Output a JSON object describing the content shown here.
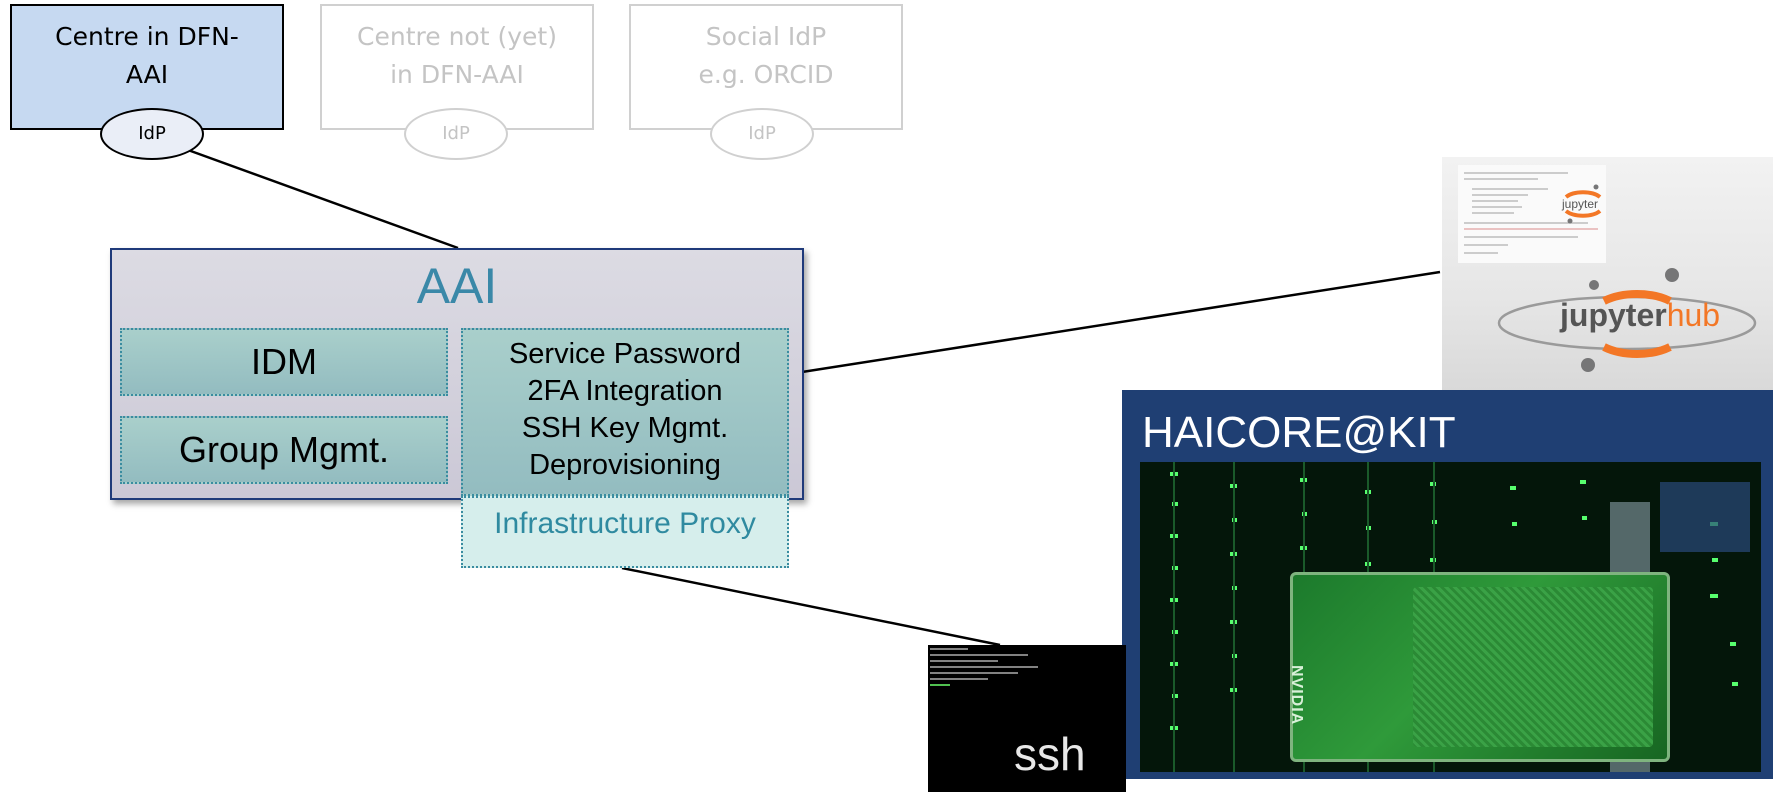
{
  "identity_providers": [
    {
      "lines": [
        "Centre in DFN-",
        "AAI"
      ],
      "idp_label": "IdP",
      "state": "active"
    },
    {
      "lines": [
        "Centre not (yet)",
        "in DFN-AAI"
      ],
      "idp_label": "IdP",
      "state": "inactive"
    },
    {
      "lines": [
        "Social IdP",
        "e.g. ORCID"
      ],
      "idp_label": "IdP",
      "state": "inactive"
    }
  ],
  "aai": {
    "title": "AAI",
    "modules": {
      "idm": "IDM",
      "group": "Group Mgmt.",
      "services": [
        "Service Password",
        "2FA Integration",
        "SSH Key Mgmt.",
        "Deprovisioning"
      ]
    },
    "proxy": "Infrastructure Proxy"
  },
  "jupyter": {
    "notebook_logo": "jupyter",
    "hub_logo": {
      "part1": "jupyter",
      "part2": "hub"
    }
  },
  "haicore": {
    "title": "HAICORE@KIT",
    "gpu_brand": "NVIDIA"
  },
  "ssh": {
    "label": "ssh"
  },
  "colors": {
    "idp_active_fill": "#c6d9f1",
    "aai_title": "#3a88a8",
    "module_fill": "#9fc7c6",
    "proxy_fill": "#d6eeec",
    "haicore_bg": "#1f3f73",
    "jupyter_orange": "#f37726"
  }
}
